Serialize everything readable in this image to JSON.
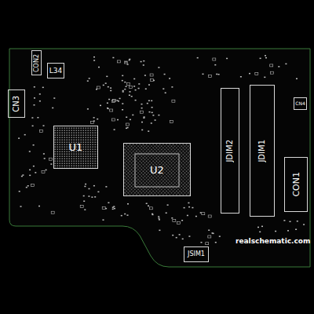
{
  "diagram": {
    "nodes": [
      {
        "text": [
          "CON2"
        ]
      },
      {
        "text": [
          "CN3"
        ]
      },
      {
        "text": [
          "L34"
        ]
      },
      {
        "text": [
          "U1"
        ]
      },
      {
        "text": [
          "U2"
        ]
      },
      {
        "text": [
          "JDIM2"
        ]
      },
      {
        "text": [
          "JDIM1"
        ]
      },
      {
        "text": [
          "CN4"
        ]
      },
      {
        "text": [
          "CON1"
        ]
      },
      {
        "text": [
          "JSIM1"
        ]
      }
    ],
    "labels": [
      "realschematic.com"
    ]
  }
}
